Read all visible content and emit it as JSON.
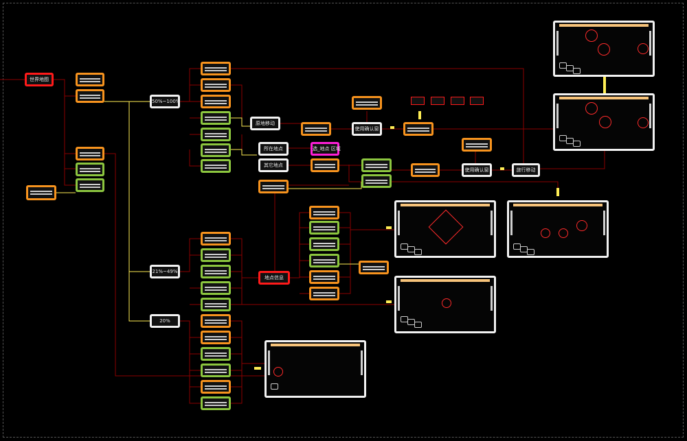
{
  "title_node": "世界地图",
  "labels": {
    "pct_high": "50%~100%",
    "pct_mid": "21%~49%",
    "pct_low": "20%",
    "move_in_place": "原地移动",
    "current_point": "所在地点",
    "other_point": "其它地点",
    "select_point": "选_地点 区域",
    "confirm_use_1": "使用确认窗",
    "confirm_use_2": "使用确认窗",
    "travel_move": "旅行移动",
    "place_info": "地点信息"
  },
  "colors": {
    "background": "#000000",
    "orange": "#f7931e",
    "green": "#8cc63f",
    "red": "#ff1a1a",
    "white": "#f2f2f2",
    "magenta": "#ff1fd8",
    "wire_red": "#8b0000",
    "wire_yellow": "#ffee55"
  }
}
